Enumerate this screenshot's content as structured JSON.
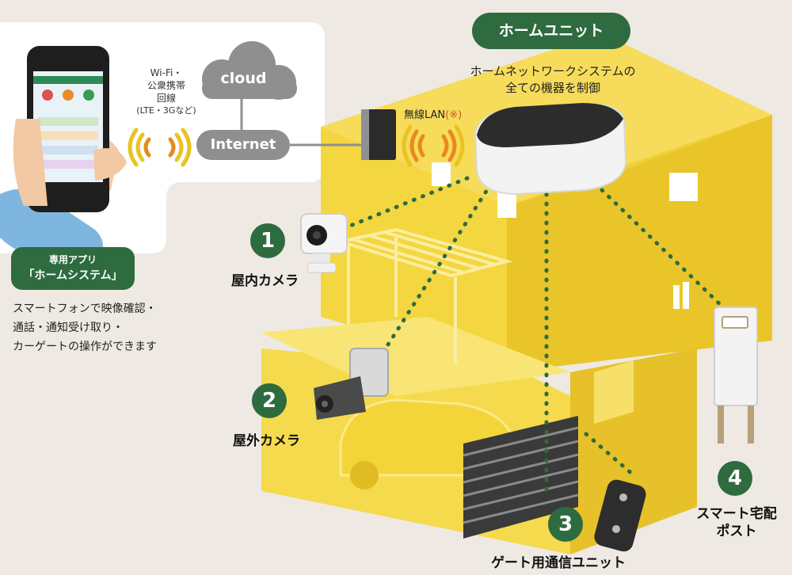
{
  "hub": {
    "title": "ホームユニット",
    "desc1": "ホームネットワークシステムの",
    "desc2": "全ての機器を制御"
  },
  "network": {
    "cloud": "cloud",
    "internet": "Internet",
    "wireless_lan": "無線LAN",
    "wireless_note": "(※)",
    "wifi_line1": "Wi-Fi・",
    "wifi_line2": "公衆携帯",
    "wifi_line3": "回線",
    "wifi_line4": "(LTE・3Gなど)"
  },
  "app": {
    "badge_line1": "専用アプリ",
    "badge_line2": "「ホームシステム」",
    "desc1": "スマートフォンで映像確認・",
    "desc2": "通話・通知受け取り・",
    "desc3": "カーゲートの操作ができます"
  },
  "devices": [
    {
      "number": "1",
      "label": "屋内カメラ"
    },
    {
      "number": "2",
      "label": "屋外カメラ"
    },
    {
      "number": "3",
      "label": "ゲート用通信ユニット"
    },
    {
      "number": "4",
      "label_line1": "スマート宅配",
      "label_line2": "ポスト"
    }
  ],
  "colors": {
    "green": "#2e6b3f",
    "house_yellow": "#f2d33a",
    "signal_orange": "#e8891e",
    "signal_yellow": "#e9c320"
  }
}
